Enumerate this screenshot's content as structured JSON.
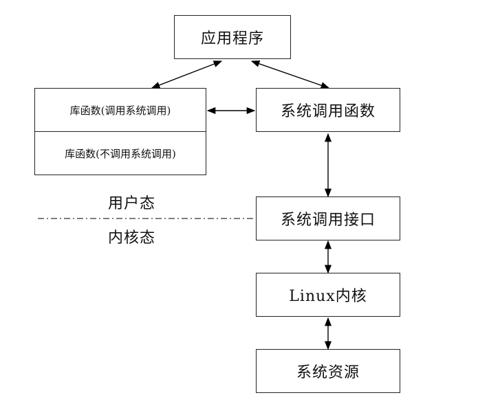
{
  "diagram": {
    "nodes": {
      "app": "应用程序",
      "lib_syscall": "库函数(调用系统调用)",
      "lib_nosyscall": "库函数(不调用系统调用)",
      "syscall_func": "系统调用函数",
      "syscall_iface": "系统调用接口",
      "kernel": "Linux内核",
      "resources": "系统资源"
    },
    "labels": {
      "user_mode": "用户态",
      "kernel_mode": "内核态"
    },
    "edges": [
      {
        "from": "app",
        "to": "lib_syscall",
        "direction": "both"
      },
      {
        "from": "app",
        "to": "syscall_func",
        "direction": "both"
      },
      {
        "from": "lib_syscall",
        "to": "syscall_func",
        "direction": "both"
      },
      {
        "from": "syscall_func",
        "to": "syscall_iface",
        "direction": "both"
      },
      {
        "from": "syscall_iface",
        "to": "kernel",
        "direction": "both"
      },
      {
        "from": "kernel",
        "to": "resources",
        "direction": "both"
      }
    ]
  }
}
